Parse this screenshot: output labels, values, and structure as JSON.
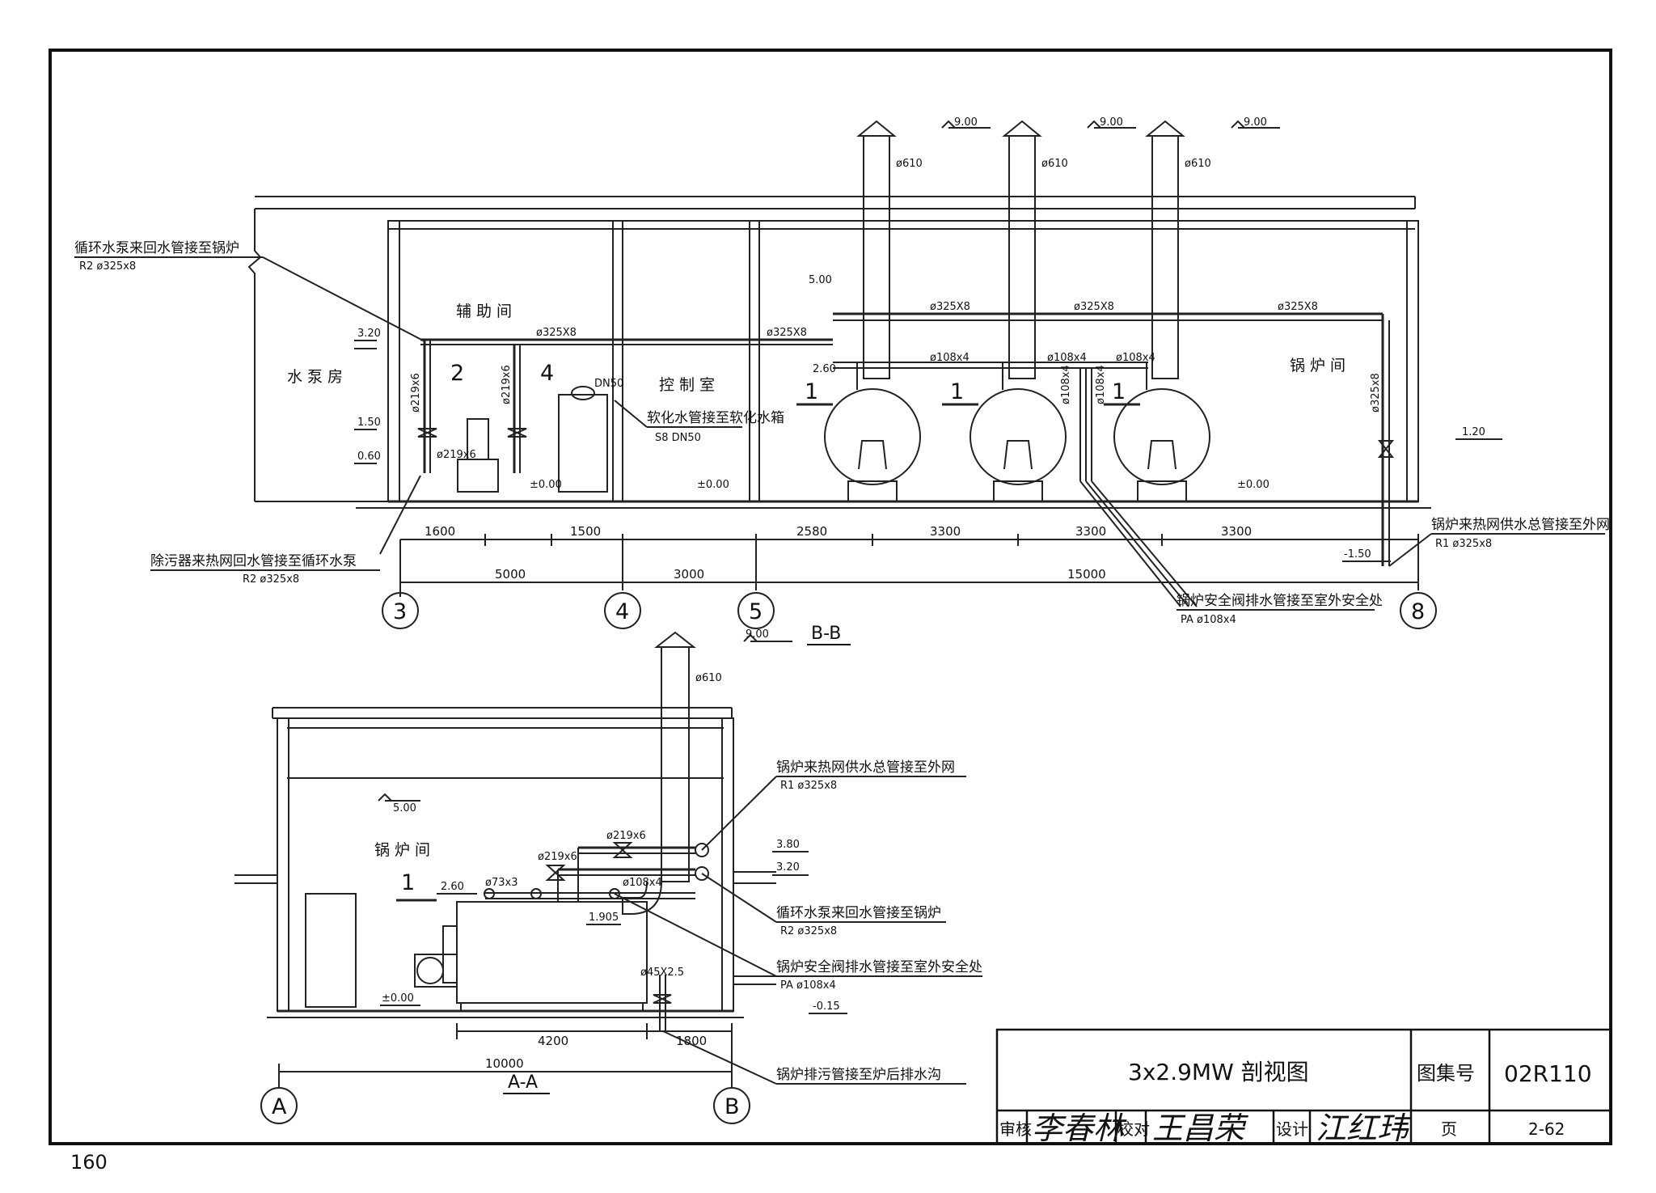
{
  "page_number": "160",
  "title_block": {
    "title": "3x2.9MW 剖视图",
    "atlas_label": "图集号",
    "atlas_no": "02R110",
    "review_label": "审核",
    "review_sign": "李春林",
    "check_label": "校对",
    "check_sign": "王昌荣",
    "design_label": "设计",
    "design_sign": "江红玮",
    "page_label": "页",
    "page_no": "2-62"
  },
  "section_bb": {
    "name": "B-B",
    "rooms": {
      "pump": "水泵房",
      "aux": "辅助间",
      "control": "控制室",
      "boiler": "锅炉间"
    },
    "elevations": [
      "9.00",
      "9.00",
      "9.00",
      "5.00",
      "3.20",
      "2.60",
      "1.50",
      "0.60",
      "±0.00",
      "±0.00",
      "±0.00",
      "1.20",
      "-1.50"
    ],
    "pipes": [
      "ø610",
      "ø610",
      "ø610",
      "ø325X8",
      "ø325X8",
      "ø325X8",
      "ø325X8",
      "ø325X8",
      "ø108x4",
      "ø108x4",
      "ø108x4",
      "ø108x4",
      "ø108x4",
      "ø219x6",
      "ø219x6",
      "ø219x6",
      "ø325x8",
      "DN50"
    ],
    "equipment_tags": [
      "1",
      "1",
      "1",
      "2",
      "4"
    ],
    "callouts": [
      {
        "text": "循环水泵来回水管接至锅炉",
        "sub": "R2 ø325x8"
      },
      {
        "text": "除污器来热网回水管接至循环水泵",
        "sub": "R2 ø325x8"
      },
      {
        "text": "软化水管接至软化水箱",
        "sub": "S8 DN50"
      },
      {
        "text": "锅炉来热网供水总管接至外网",
        "sub": "R1 ø325x8"
      },
      {
        "text": "锅炉安全阀排水管接至室外安全处",
        "sub": "PA ø108x4"
      }
    ],
    "dims_top": [
      "1600",
      "1500",
      "2580",
      "3300",
      "3300",
      "3300"
    ],
    "dims_bottom": [
      "5000",
      "3000",
      "15000"
    ],
    "axes": [
      "3",
      "4",
      "5",
      "8"
    ]
  },
  "section_aa": {
    "name": "A-A",
    "room": "锅炉间",
    "elevations": [
      "9.00",
      "5.00",
      "3.80",
      "3.20",
      "2.60",
      "1.905",
      "±0.00",
      "-0.15"
    ],
    "pipes": [
      "ø610",
      "ø219x6",
      "ø219x6",
      "ø73x3",
      "ø108x4",
      "ø45X2.5"
    ],
    "equipment_tag": "1",
    "callouts": [
      {
        "text": "锅炉来热网供水总管接至外网",
        "sub": "R1 ø325x8"
      },
      {
        "text": "循环水泵来回水管接至锅炉",
        "sub": "R2 ø325x8"
      },
      {
        "text": "锅炉安全阀排水管接至室外安全处",
        "sub": "PA ø108x4"
      },
      {
        "text": "锅炉排污管接至炉后排水沟",
        "sub": ""
      }
    ],
    "dims": [
      "4200",
      "1800",
      "10000"
    ],
    "axes": [
      "A",
      "B"
    ]
  }
}
